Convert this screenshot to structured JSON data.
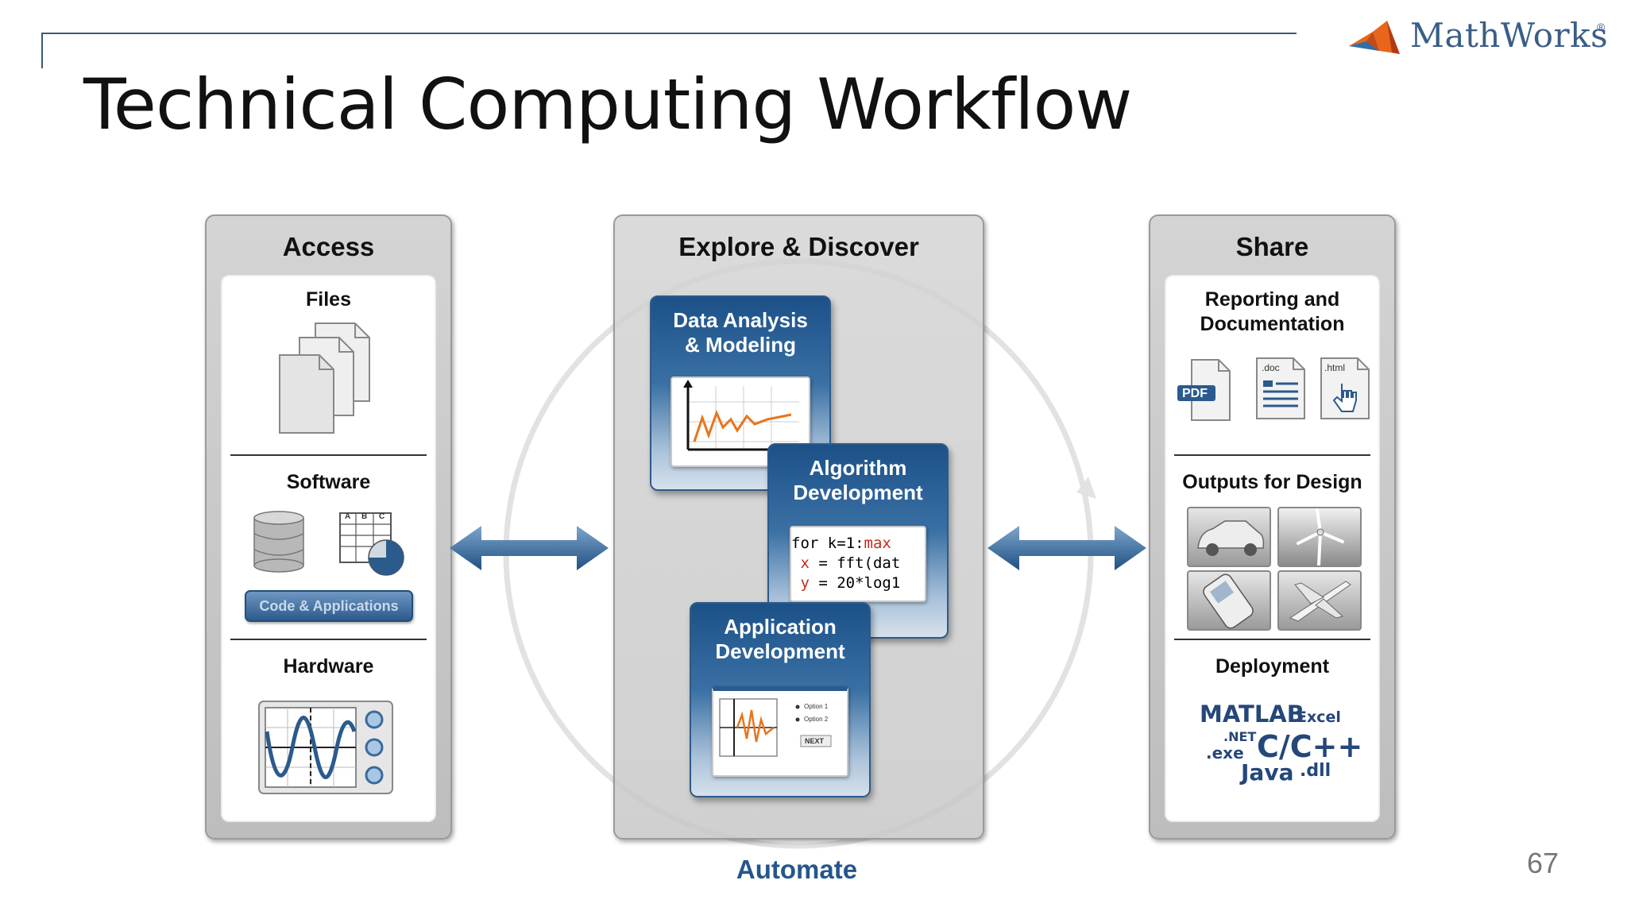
{
  "slide": {
    "title": "Technical Computing Workflow",
    "page_number": "67",
    "logo_text": "MathWorks",
    "logo_registered": "®"
  },
  "access": {
    "title": "Access",
    "files": "Files",
    "software": "Software",
    "code_button": "Code & Applications",
    "hardware": "Hardware",
    "spreadsheet_headers": [
      "A",
      "B",
      "C"
    ]
  },
  "explore": {
    "title": "Explore & Discover",
    "card1": {
      "line1": "Data Analysis",
      "line2": "& Modeling"
    },
    "card2": {
      "line1": "Algorithm",
      "line2": "Development",
      "code": [
        {
          "kw1": "",
          "a": "for k=1:",
          "kw2": "max"
        },
        {
          "kw1": "x",
          "a": " = fft(dat",
          "kw2": ""
        },
        {
          "kw1": "y",
          "a": " = 20*log1",
          "kw2": ""
        }
      ]
    },
    "card3": {
      "line1": "Application",
      "line2": "Development",
      "option1": "Option 1",
      "option2": "Option 2",
      "next": "NEXT"
    }
  },
  "share": {
    "title": "Share",
    "reporting1": "Reporting and",
    "reporting2": "Documentation",
    "pdf": "PDF",
    "doc": ".doc",
    "html": ".html",
    "outputs": "Outputs for Design",
    "deployment": "Deployment",
    "deploy": {
      "matlab": "MATLAB",
      "excel": "Excel",
      "net": ".NET",
      "exe": ".exe",
      "cpp": "C/C++",
      "java": "Java",
      "dll": ".dll"
    }
  },
  "automate": "Automate",
  "colors": {
    "accent": "#24568d",
    "card_blue": "#1c5188",
    "arrow": "#2b5f94"
  }
}
